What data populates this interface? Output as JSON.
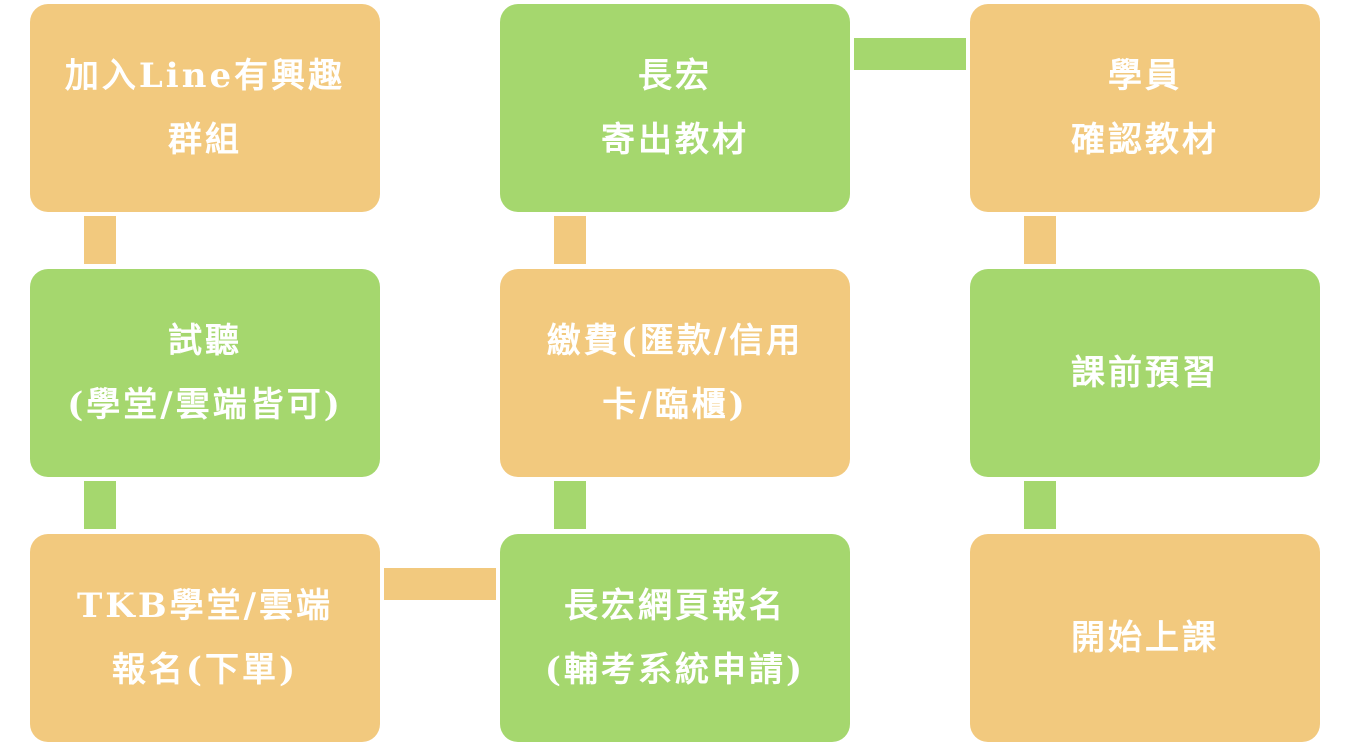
{
  "colors": {
    "orange": "#F2C97E",
    "green": "#A5D76E",
    "text": "#FFFFFF",
    "background": "#FFFFFF"
  },
  "steps": [
    {
      "id": "join-line-group",
      "lines": [
        "加入Line有興趣",
        "群組"
      ],
      "color": "orange"
    },
    {
      "id": "trial-class",
      "lines": [
        "試聽",
        "(學堂/雲端皆可)"
      ],
      "color": "green"
    },
    {
      "id": "tkb-signup",
      "lines": [
        "TKB學堂/雲端",
        "報名(下單)"
      ],
      "color": "orange"
    },
    {
      "id": "web-signup",
      "lines": [
        "長宏網頁報名",
        "(輔考系統申請)"
      ],
      "color": "green"
    },
    {
      "id": "payment",
      "lines": [
        "繳費(匯款/信用",
        "卡/臨櫃)"
      ],
      "color": "orange"
    },
    {
      "id": "ship-materials",
      "lines": [
        "長宏",
        "寄出教材"
      ],
      "color": "green"
    },
    {
      "id": "confirm-materials",
      "lines": [
        "學員",
        "確認教材"
      ],
      "color": "orange"
    },
    {
      "id": "preview",
      "lines": [
        "課前預習"
      ],
      "color": "green"
    },
    {
      "id": "start-class",
      "lines": [
        "開始上課"
      ],
      "color": "orange"
    }
  ]
}
